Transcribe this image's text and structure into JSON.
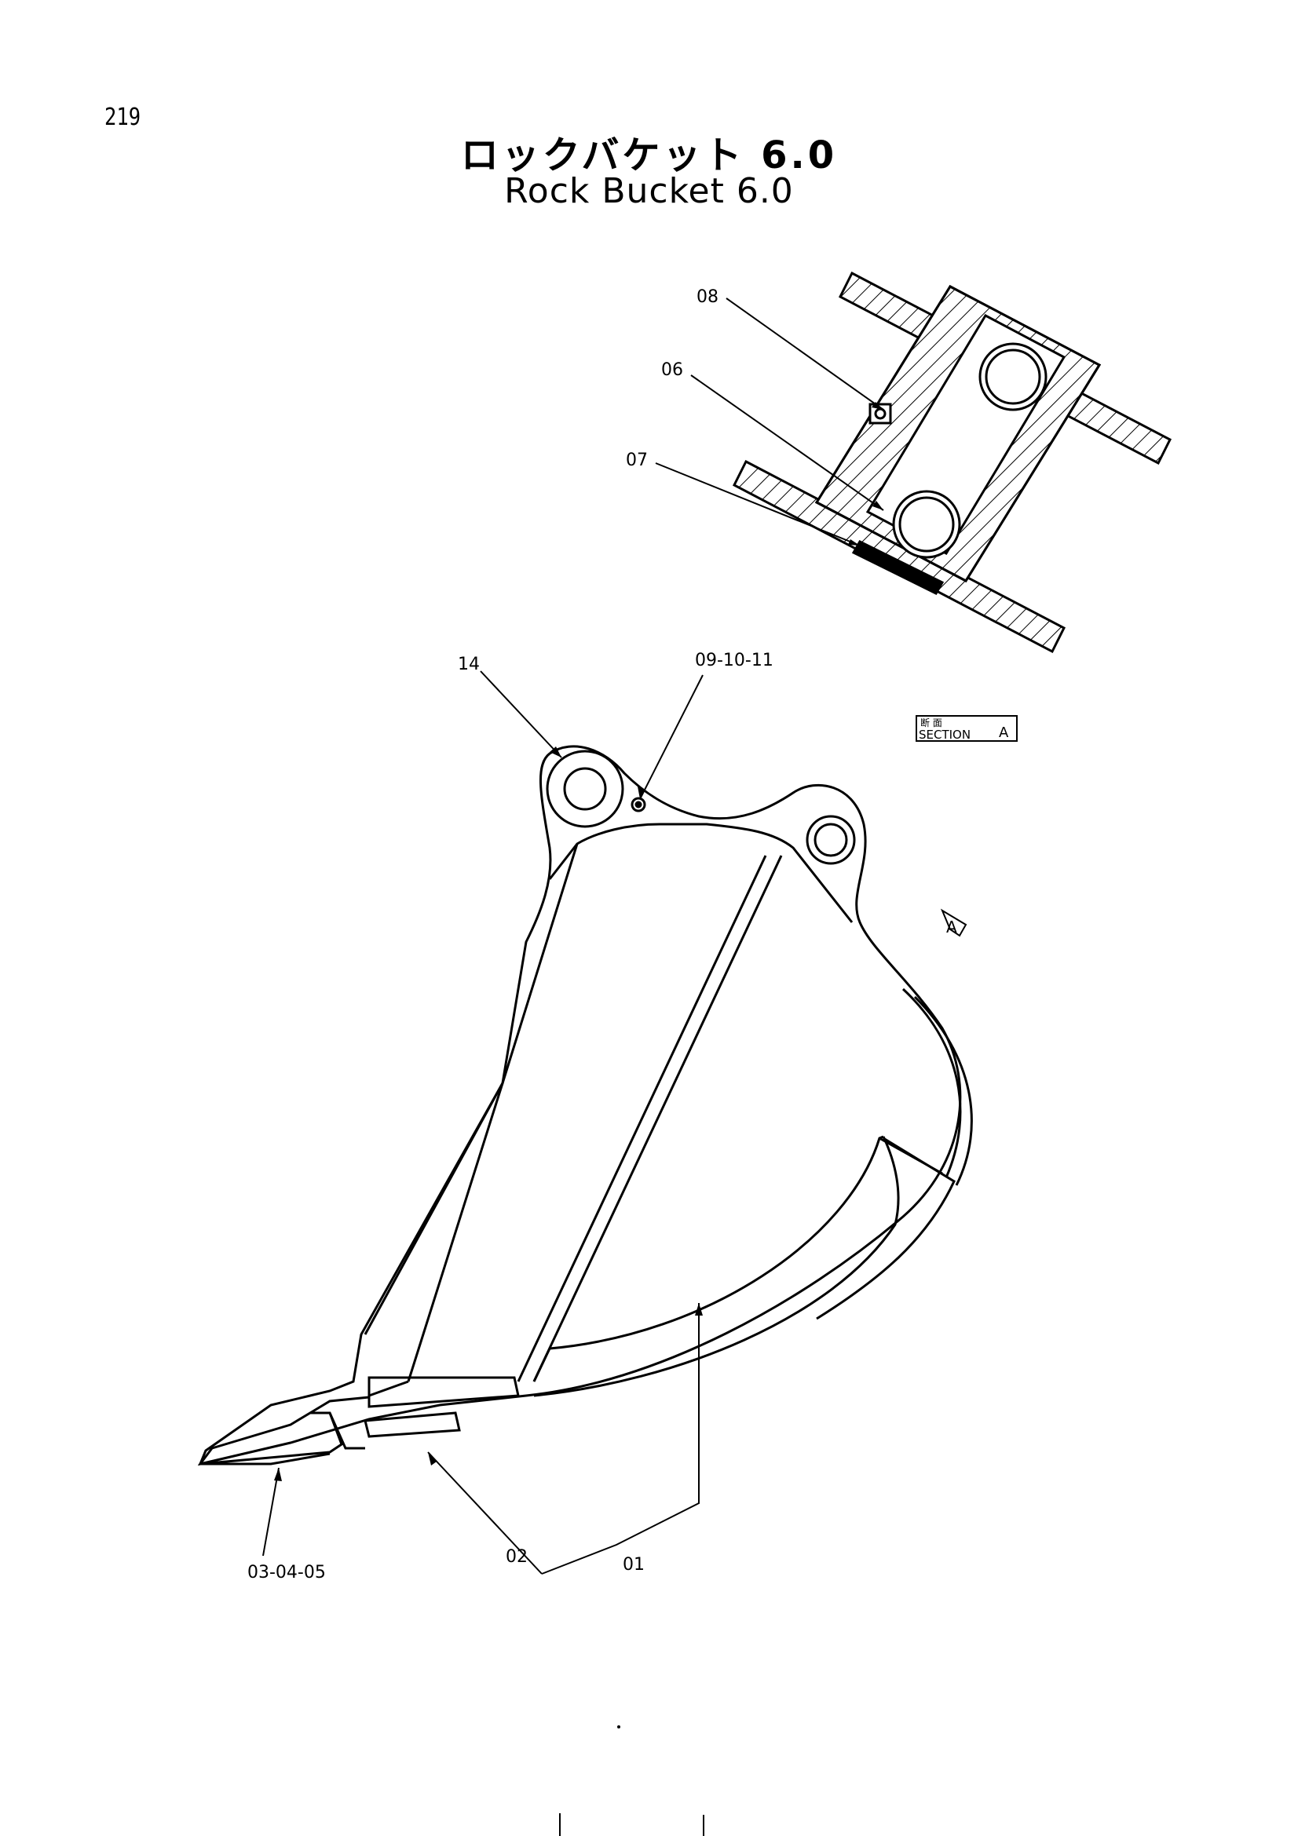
{
  "page_number": "219",
  "title_jp": "ロックバケット 6.0",
  "title_en": "Rock Bucket 6.0",
  "section_marker": "A",
  "section_label": {
    "kanji": "断 面",
    "text": "SECTION",
    "letter": "A"
  },
  "callouts": {
    "c08": "08",
    "c06": "06",
    "c07": "07",
    "c14": "14",
    "c091011": "09-10-11",
    "c030405": "03-04-05",
    "c02": "02",
    "c01": "01"
  }
}
